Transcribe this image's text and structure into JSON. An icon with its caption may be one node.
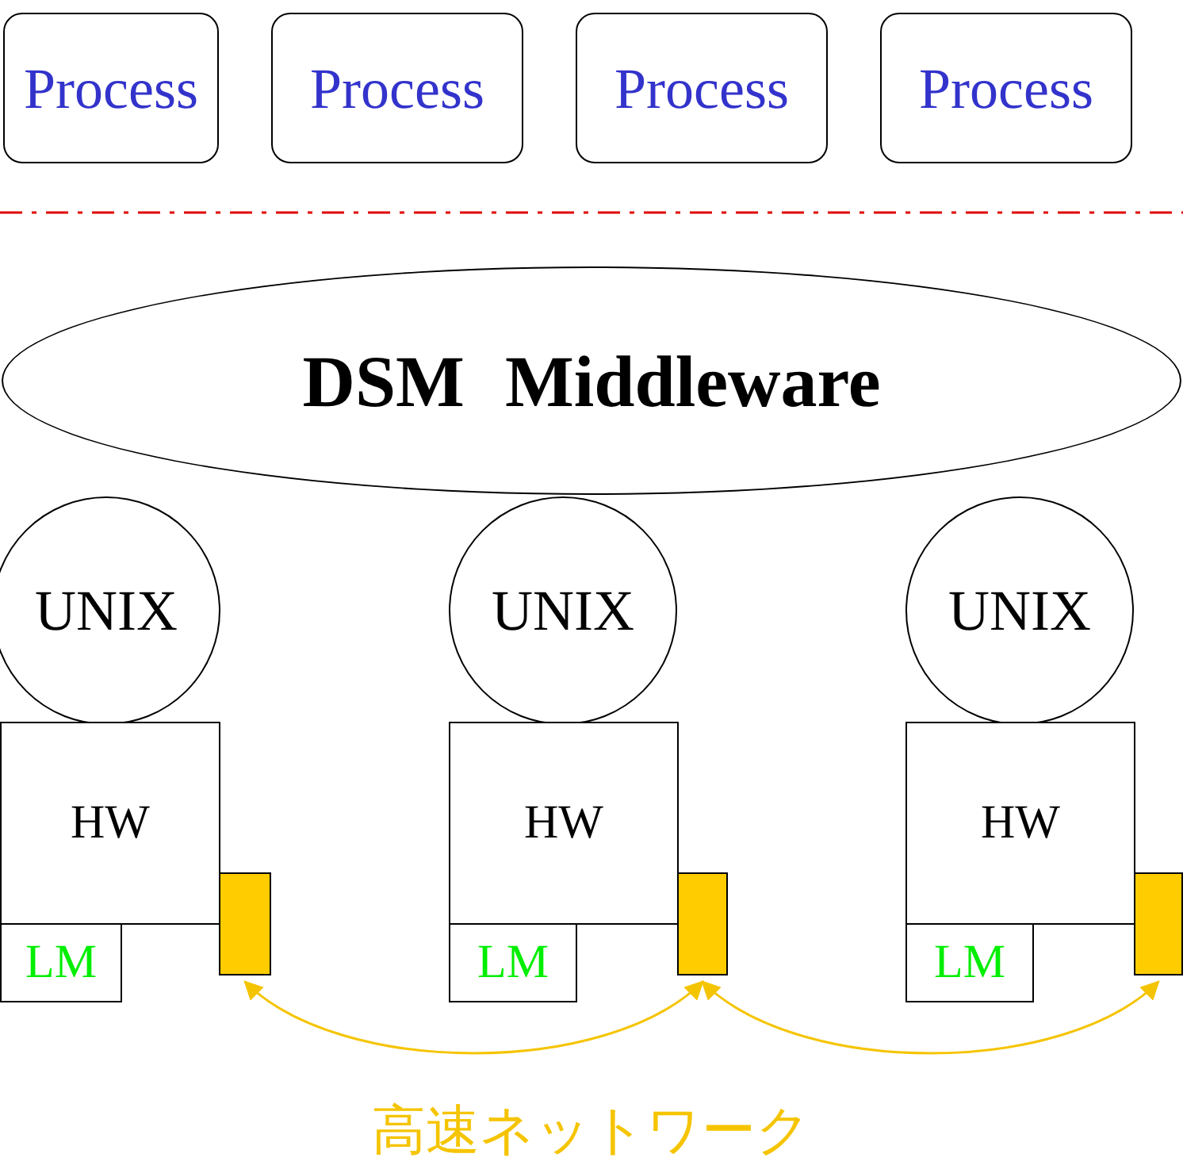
{
  "diagram": {
    "nodes": [
      {
        "text": [
          "Process"
        ]
      },
      {
        "text": [
          "Process"
        ]
      },
      {
        "text": [
          "Process"
        ]
      },
      {
        "text": [
          "Process"
        ]
      },
      {
        "text": [
          "DSM Middleware"
        ]
      },
      {
        "text": [
          "UNIX"
        ]
      },
      {
        "text": [
          "UNIX"
        ]
      },
      {
        "text": [
          "UNIX"
        ]
      },
      {
        "text": [
          "HW"
        ]
      },
      {
        "text": [
          "HW"
        ]
      },
      {
        "text": [
          "HW"
        ]
      },
      {
        "text": [
          "LM"
        ]
      },
      {
        "text": [
          "LM"
        ]
      },
      {
        "text": [
          "LM"
        ]
      },
      {
        "text": [],
        "shape": "box"
      },
      {
        "text": [],
        "shape": "box"
      },
      {
        "text": [],
        "shape": "box"
      }
    ],
    "edges": [
      {
        "from": 14,
        "to": 15,
        "arrow": "both",
        "color": "#f5c400"
      },
      {
        "from": 15,
        "to": 16,
        "arrow": "both",
        "color": "#f5c400"
      }
    ],
    "labels": [
      "高速ネットワーク"
    ]
  }
}
